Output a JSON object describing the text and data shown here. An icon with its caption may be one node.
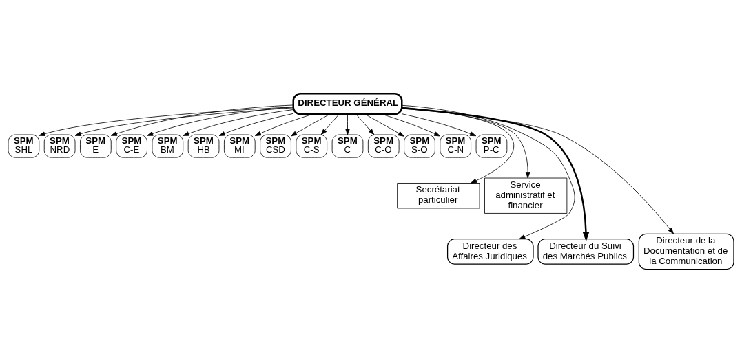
{
  "diagram": {
    "nodes": [
      {
        "text": [
          "DIRECTEUR GÉNÉRAL"
        ]
      },
      {
        "text": [
          "SPM",
          "SHL"
        ]
      },
      {
        "text": [
          "SPM",
          "NRD"
        ]
      },
      {
        "text": [
          "SPM",
          "E"
        ]
      },
      {
        "text": [
          "SPM",
          "C-E"
        ]
      },
      {
        "text": [
          "SPM",
          "BM"
        ]
      },
      {
        "text": [
          "SPM",
          "HB"
        ]
      },
      {
        "text": [
          "SPM",
          "MI"
        ]
      },
      {
        "text": [
          "SPM",
          "CSD"
        ]
      },
      {
        "text": [
          "SPM",
          "C-S"
        ]
      },
      {
        "text": [
          "SPM",
          "C"
        ]
      },
      {
        "text": [
          "SPM",
          "C-O"
        ]
      },
      {
        "text": [
          "SPM",
          "S-O"
        ]
      },
      {
        "text": [
          "SPM",
          "C-N"
        ]
      },
      {
        "text": [
          "SPM",
          "P-C"
        ]
      },
      {
        "text": [
          "Secrétariat particulier"
        ]
      },
      {
        "text": [
          "Service administratif et financier"
        ]
      },
      {
        "text": [
          "Directeur des Affaires Juridiques"
        ]
      },
      {
        "text": [
          "Directeur du Suivi des Marchés Publics"
        ]
      },
      {
        "text": [
          "Directeur de la Documentation et de la Communication"
        ]
      }
    ],
    "edges": [
      {
        "from": 0,
        "to": 1,
        "arrow": "to"
      },
      {
        "from": 0,
        "to": 2,
        "arrow": "to"
      },
      {
        "from": 0,
        "to": 3,
        "arrow": "to"
      },
      {
        "from": 0,
        "to": 4,
        "arrow": "to"
      },
      {
        "from": 0,
        "to": 5,
        "arrow": "to"
      },
      {
        "from": 0,
        "to": 6,
        "arrow": "to"
      },
      {
        "from": 0,
        "to": 7,
        "arrow": "to"
      },
      {
        "from": 0,
        "to": 8,
        "arrow": "to"
      },
      {
        "from": 0,
        "to": 9,
        "arrow": "to"
      },
      {
        "from": 0,
        "to": 10,
        "arrow": "to"
      },
      {
        "from": 0,
        "to": 11,
        "arrow": "to"
      },
      {
        "from": 0,
        "to": 12,
        "arrow": "to"
      },
      {
        "from": 0,
        "to": 13,
        "arrow": "to"
      },
      {
        "from": 0,
        "to": 14,
        "arrow": "to"
      },
      {
        "from": 0,
        "to": 15,
        "arrow": "to"
      },
      {
        "from": 0,
        "to": 16,
        "arrow": "to"
      },
      {
        "from": 0,
        "to": 17,
        "arrow": "to"
      },
      {
        "from": 0,
        "to": 18,
        "arrow": "to",
        "style": "thick"
      },
      {
        "from": 0,
        "to": 19,
        "arrow": "to"
      }
    ]
  }
}
